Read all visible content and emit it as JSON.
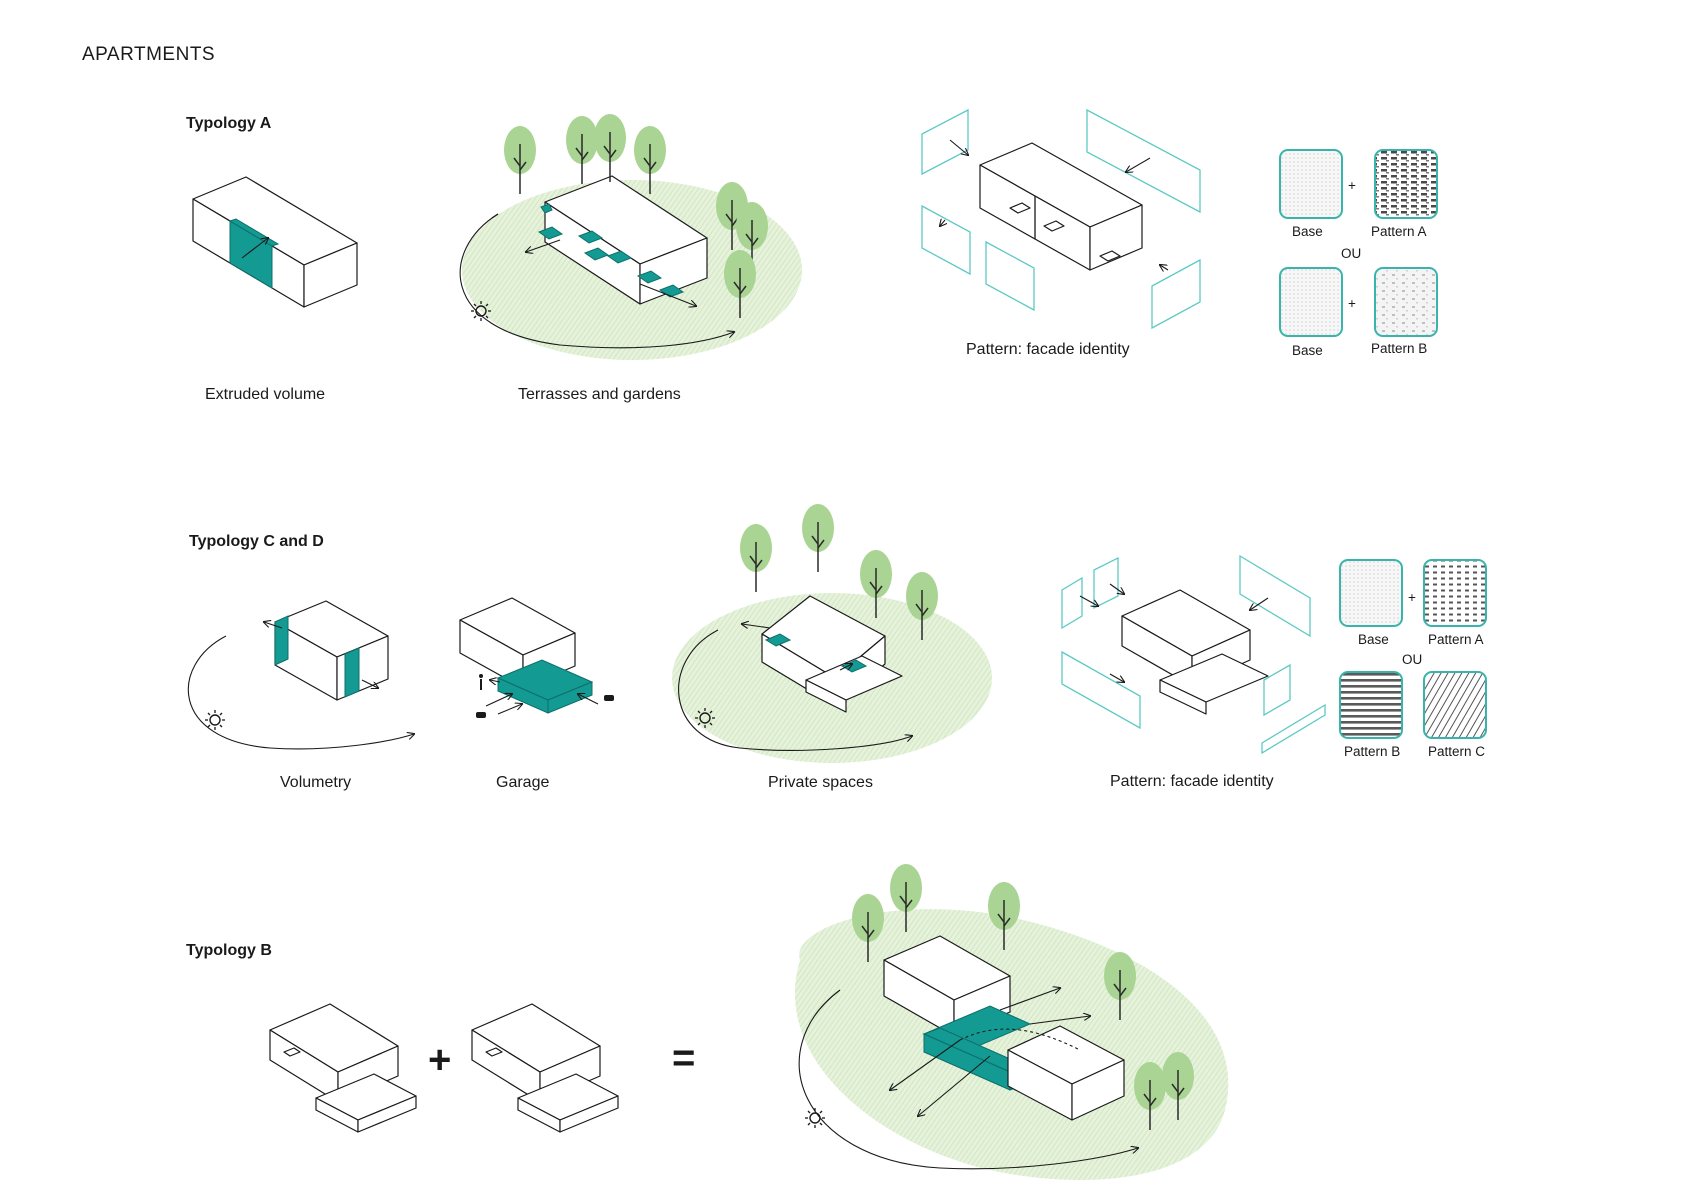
{
  "page": {
    "title": "APARTMENTS"
  },
  "colors": {
    "accent_teal": "#139a93",
    "pane_outline": "#5ec9c4",
    "garden_green": "#d8ecc9",
    "tree_green": "#a9d493"
  },
  "sections": {
    "a": {
      "title": "Typology A",
      "captions": [
        "Extruded volume",
        "Terrasses and gardens",
        "Pattern: facade identity"
      ],
      "swatches": {
        "base": "Base",
        "pattern_a": "Pattern A",
        "pattern_b": "Pattern B",
        "plus": "+",
        "or": "OU"
      }
    },
    "cd": {
      "title": "Typology C and D",
      "captions": [
        "Volumetry",
        "Garage",
        "Private spaces",
        "Pattern: facade identity"
      ],
      "swatches": {
        "base": "Base",
        "pattern_a": "Pattern A",
        "pattern_b": "Pattern B",
        "pattern_c": "Pattern C",
        "plus": "+",
        "or": "OU"
      }
    },
    "b": {
      "title": "Typology B",
      "operators": {
        "plus": "+",
        "equals": "="
      }
    }
  },
  "icons": [
    "sun-icon",
    "tree-icon",
    "car-icon",
    "pedestrian-icon",
    "arrow-icon"
  ]
}
